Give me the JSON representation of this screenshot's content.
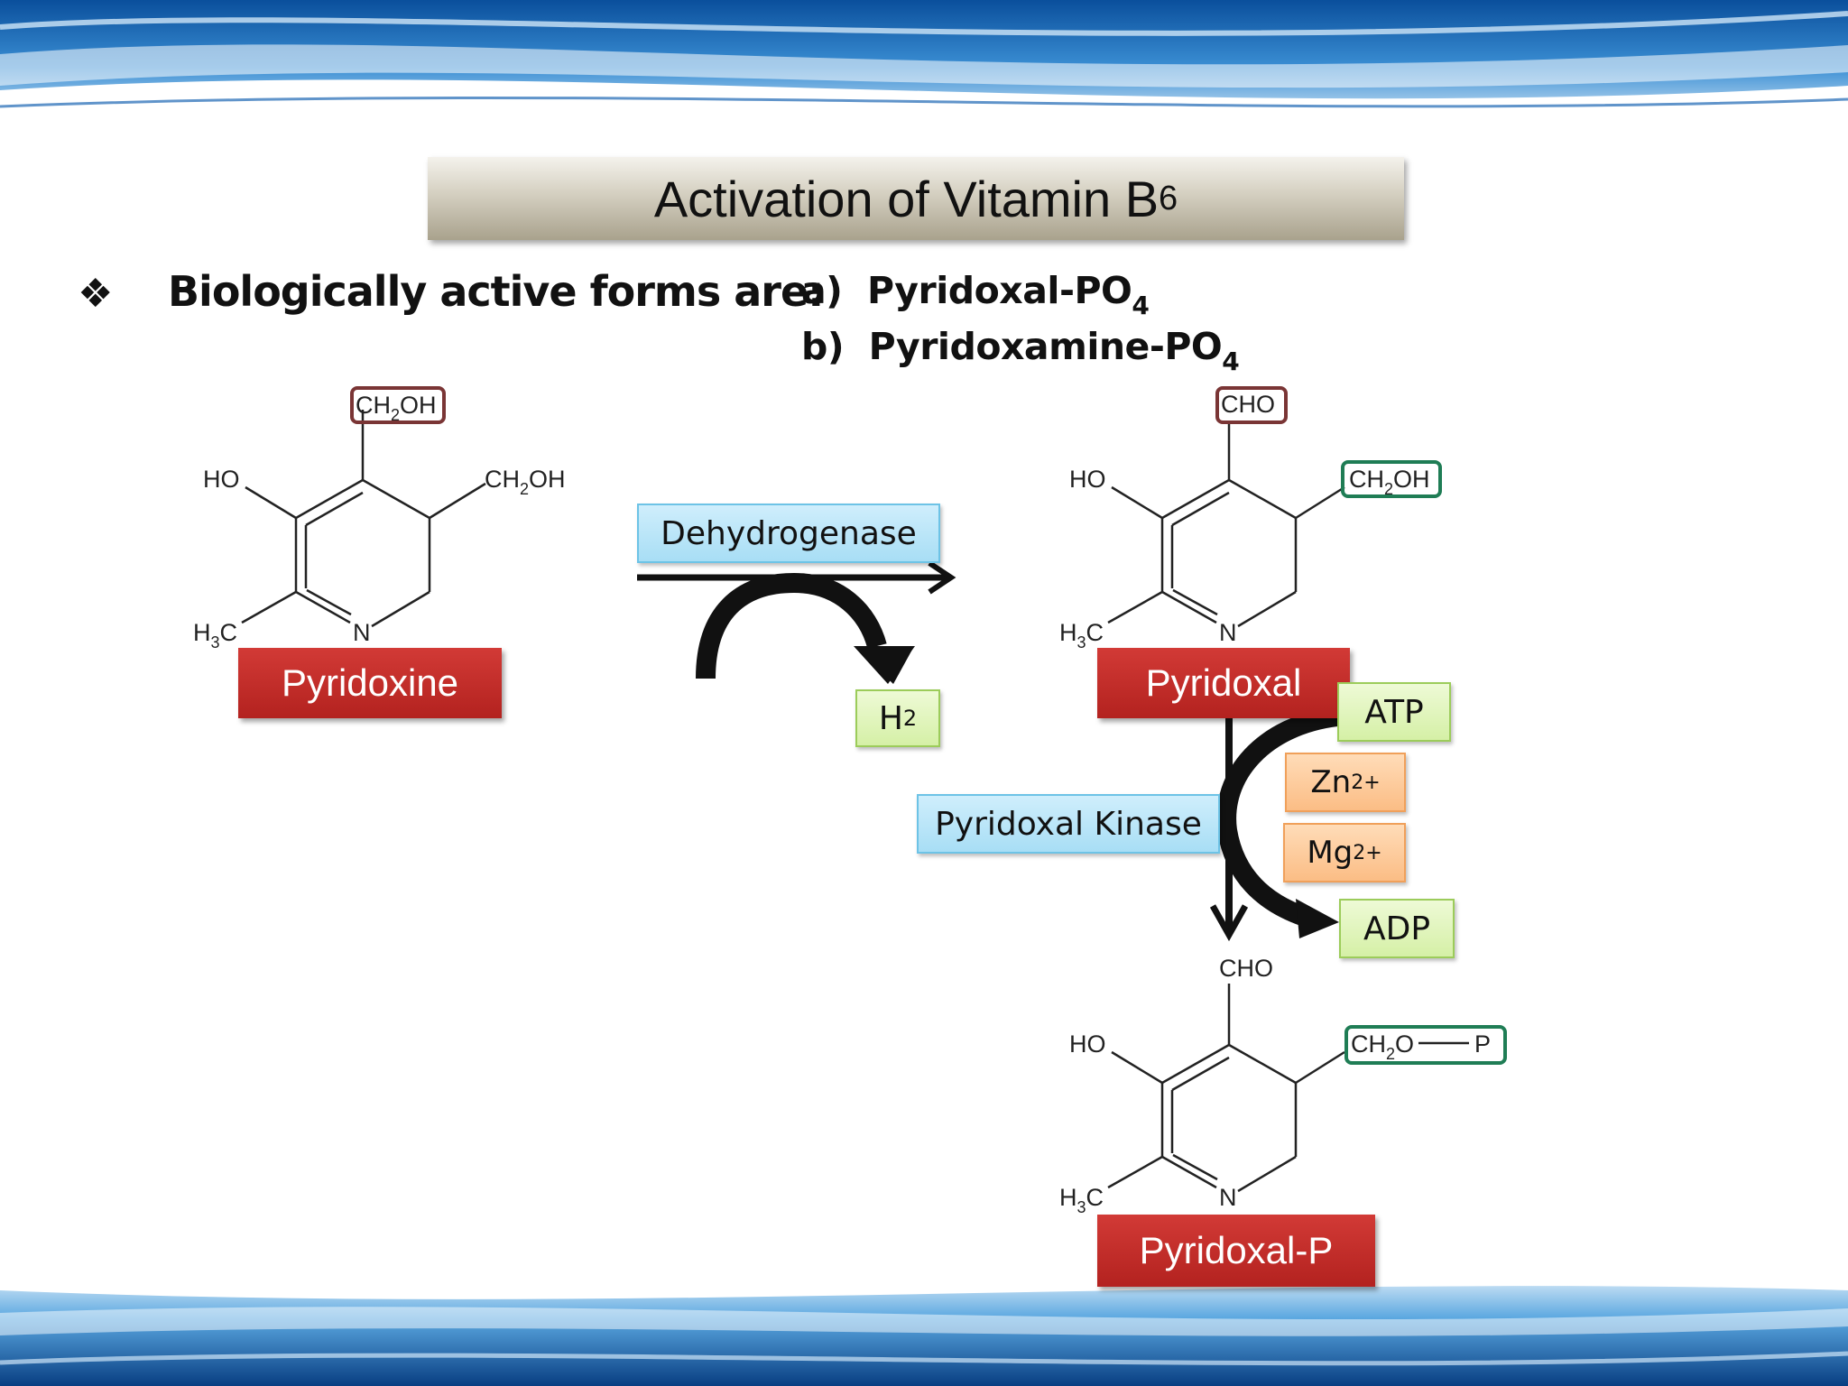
{
  "title": {
    "text": "Activation of Vitamin B",
    "subscript": "6"
  },
  "intro": {
    "bullet": "❖",
    "text": "Biologically active forms are:"
  },
  "forms": [
    {
      "marker": "a)",
      "name": "Pyridoxal-PO",
      "subscript": "4"
    },
    {
      "marker": "b)",
      "name": "Pyridoxamine-PO",
      "subscript": "4"
    }
  ],
  "compounds": {
    "pyridoxine": {
      "label": "Pyridoxine",
      "top_group": "CH",
      "top_group_sub": "2",
      "top_group_end": "OH",
      "right_group": "CH",
      "right_group_sub": "2",
      "right_group_end": "OH",
      "left_group": "HO",
      "methyl": "H",
      "methyl_sub": "3",
      "methyl_end": "C",
      "ring_n": "N"
    },
    "pyridoxal": {
      "label": "Pyridoxal",
      "top_group": "CHO",
      "right_group": "CH",
      "right_group_sub": "2",
      "right_group_end": "OH",
      "left_group": "HO",
      "methyl": "H",
      "methyl_sub": "3",
      "methyl_end": "C",
      "ring_n": "N"
    },
    "pyridoxal_p": {
      "label": "Pyridoxal-P",
      "top_group": "CHO",
      "right_group": "CH",
      "right_group_sub": "2",
      "right_group_mid": "O",
      "right_group_end": "P",
      "left_group": "HO",
      "methyl": "H",
      "methyl_sub": "3",
      "methyl_end": "C",
      "ring_n": "N"
    }
  },
  "enzymes": {
    "dehydrogenase": "Dehydrogenase",
    "kinase": "Pyridoxal Kinase"
  },
  "cofactors": {
    "h2": {
      "text": "H",
      "sub": "2"
    },
    "atp": "ATP",
    "zn": {
      "text": "Zn",
      "sup": "2+"
    },
    "mg": {
      "text": "Mg",
      "sup": "2+"
    },
    "adp": "ADP"
  },
  "colors": {
    "highlight_red": "#7a3535",
    "highlight_green": "#1f7d55",
    "label_red": "#c0302c"
  }
}
